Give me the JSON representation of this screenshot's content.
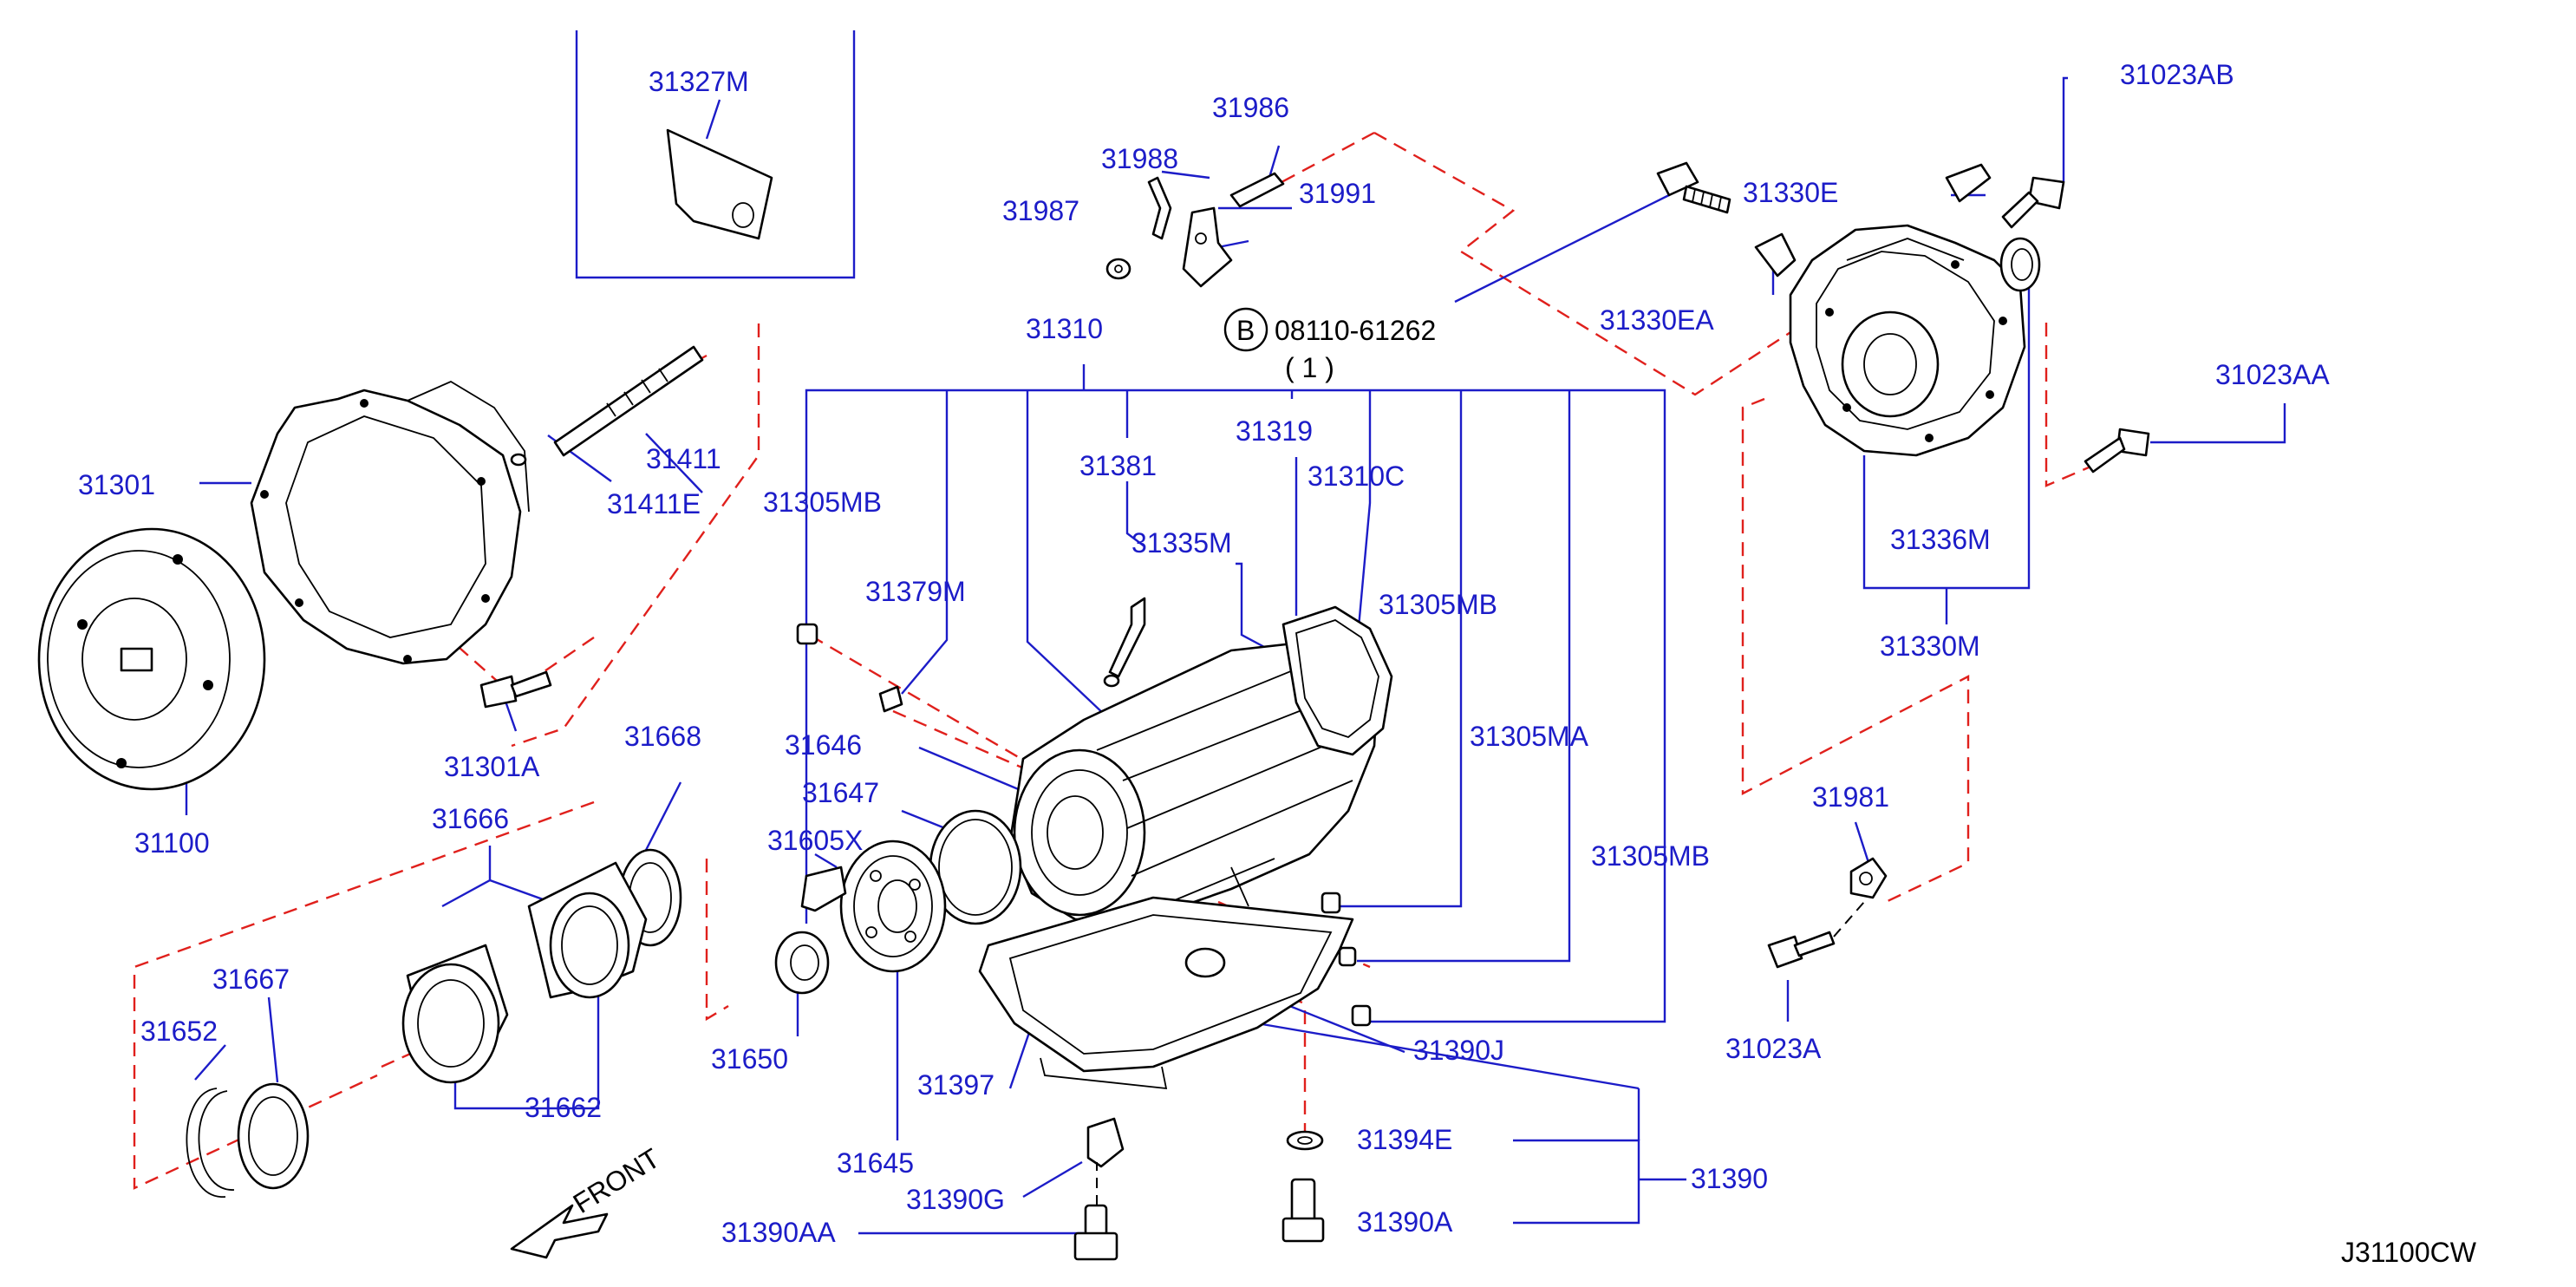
{
  "diagram_code": "J31100CW",
  "front_label": "FRONT",
  "bolt_note": {
    "badge": "B",
    "part": "08110-61262",
    "qty": "( 1 )"
  },
  "colors": {
    "label": "#1c1cc8",
    "guide_dash": "#e0201c",
    "drawing": "#000000",
    "background": "#ffffff"
  },
  "labels": {
    "p31327M": "31327M",
    "p31986": "31986",
    "p31988": "31988",
    "p31987": "31987",
    "p31991": "31991",
    "p31023AB": "31023AB",
    "p31330E": "31330E",
    "p31330EA": "31330EA",
    "p31310": "31310",
    "p31319": "31319",
    "p31381": "31381",
    "p31310C": "31310C",
    "p31305MB_a": "31305MB",
    "p31379M": "31379M",
    "p31335M": "31335M",
    "p31305MB_b": "31305MB",
    "p31305MA": "31305MA",
    "p31305MB_c": "31305MB",
    "p31023AA": "31023AA",
    "p31336M": "31336M",
    "p31330M": "31330M",
    "p31981": "31981",
    "p31023A": "31023A",
    "p31301": "31301",
    "p31411": "31411",
    "p31411E": "31411E",
    "p31301A": "31301A",
    "p31100": "31100",
    "p31668": "31668",
    "p31666": "31666",
    "p31646": "31646",
    "p31647": "31647",
    "p31605X": "31605X",
    "p31667": "31667",
    "p31652": "31652",
    "p31662": "31662",
    "p31650": "31650",
    "p31397": "31397",
    "p31645": "31645",
    "p31390J": "31390J",
    "p31394E": "31394E",
    "p31390": "31390",
    "p31390G": "31390G",
    "p31390AA": "31390AA",
    "p31390A": "31390A"
  }
}
